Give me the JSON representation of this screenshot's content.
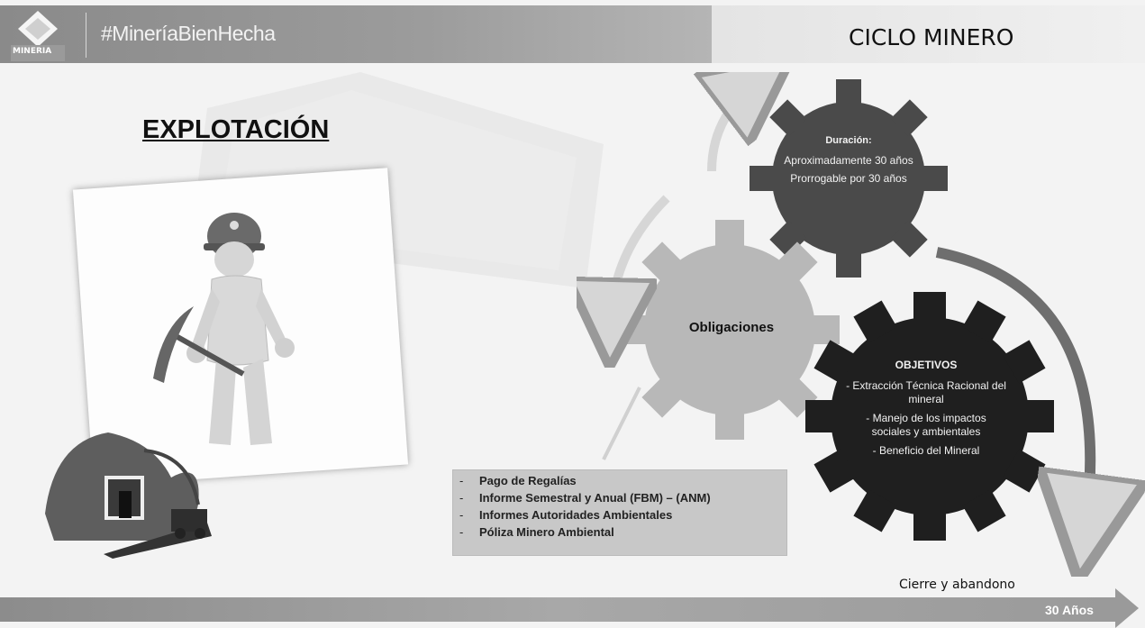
{
  "header": {
    "hashtag": "#MineríaBienHecha",
    "title": "CICLO MINERO",
    "logo_text": "MINERIA"
  },
  "section": {
    "title": "EXPLOTACIÓN"
  },
  "cycle": {
    "duration": {
      "heading": "Duración:",
      "line1": "Aproximadamente 30 años",
      "line2": "Prorrogable por 30 años"
    },
    "obligations": {
      "heading": "Obligaciones",
      "items": [
        "Pago de Regalías",
        "Informe Semestral y Anual (FBM) – (ANM)",
        "Informes Autoridades Ambientales",
        "Póliza Minero Ambiental"
      ]
    },
    "objectives": {
      "heading": "OBJETIVOS",
      "items": [
        "- Extracción Técnica Racional del mineral",
        "- Manejo de los impactos sociales y ambientales",
        "- Beneficio del Mineral"
      ]
    }
  },
  "timeline": {
    "end_label": "Cierre y abandono",
    "years_label": "30 Años"
  },
  "colors": {
    "banner": "#8a8a8a",
    "gear_dark": "#1f1f1f",
    "gear_mid": "#4a4a4a",
    "gear_light": "#b8b8b8",
    "obligations_box": "#c8c8c8"
  }
}
